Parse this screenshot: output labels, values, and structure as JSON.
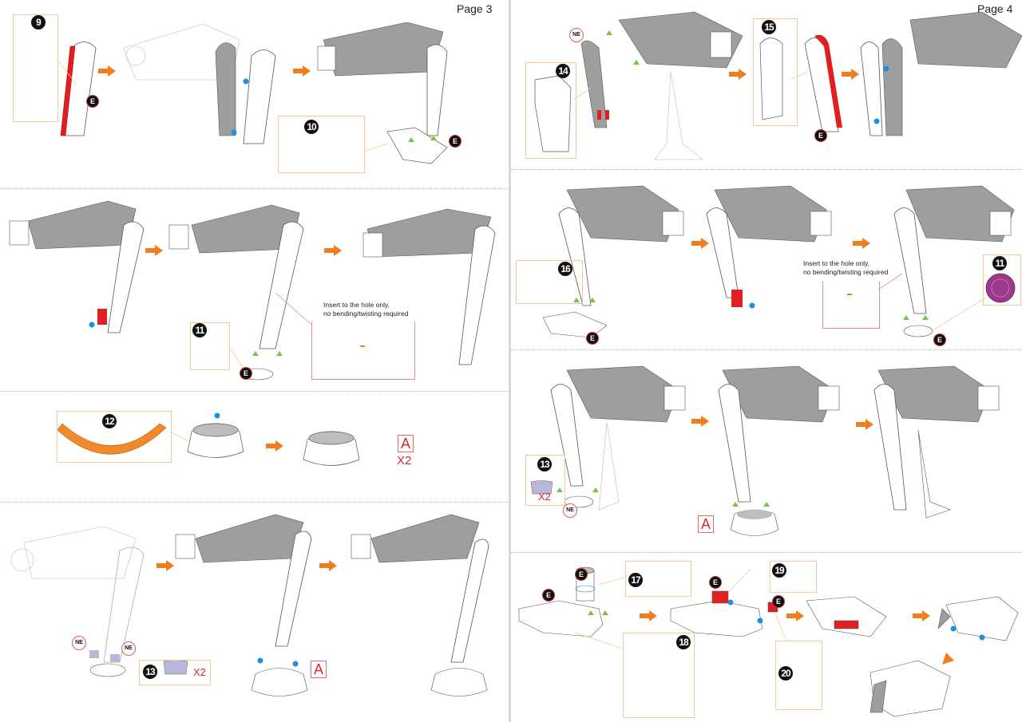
{
  "document": {
    "type": "Assembly instructions",
    "pages": [
      {
        "label": "Page 3",
        "steps": [
          {
            "number": "9",
            "badges": [
              "E"
            ]
          },
          {
            "number": "10",
            "badges": [
              "E"
            ]
          },
          {
            "number": "11",
            "badges": [
              "E"
            ],
            "note": [
              "Insert to the hole only,",
              "no bending/twisting required"
            ]
          },
          {
            "number": "12",
            "result_label": "A",
            "result_quantity": "X2"
          },
          {
            "number": "13",
            "quantity": "X2",
            "badges": [
              "NE",
              "NE"
            ],
            "attach_label": "A"
          }
        ]
      },
      {
        "label": "Page 4",
        "steps": [
          {
            "number": "14",
            "badges": [
              "NE"
            ]
          },
          {
            "number": "15",
            "badges": [
              "E"
            ]
          },
          {
            "number": "16",
            "badges": [
              "E"
            ]
          },
          {
            "number": "11",
            "badges": [
              "E"
            ],
            "note": [
              "Insert to the hole only,",
              "no bending/twisting required"
            ]
          },
          {
            "number": "13",
            "quantity": "X2",
            "badges": [
              "NE"
            ],
            "attach_label": "A"
          },
          {
            "number": "17",
            "badges": [
              "E",
              "E"
            ]
          },
          {
            "number": "18"
          },
          {
            "number": "19",
            "badges": [
              "E",
              "E"
            ]
          },
          {
            "number": "20"
          }
        ]
      }
    ]
  },
  "labels": {
    "e": "E",
    "ne": "NE",
    "a": "A",
    "x2": "X2",
    "note_line1": "Insert to the hole only,",
    "note_line2": "no bending/twisting required"
  },
  "colors": {
    "arrow": "#f07d1e",
    "callout_border": "#f5c8a0",
    "highlight_red": "#e02020",
    "part_gray": "#9e9e9e",
    "part_orange": "#f08a2a",
    "part_purple": "#9b3a8a",
    "part_lavender": "#b9b6dc",
    "marker_blue": "#1e90e0",
    "marker_green": "#7cc242",
    "label_red": "#d92b2b"
  }
}
